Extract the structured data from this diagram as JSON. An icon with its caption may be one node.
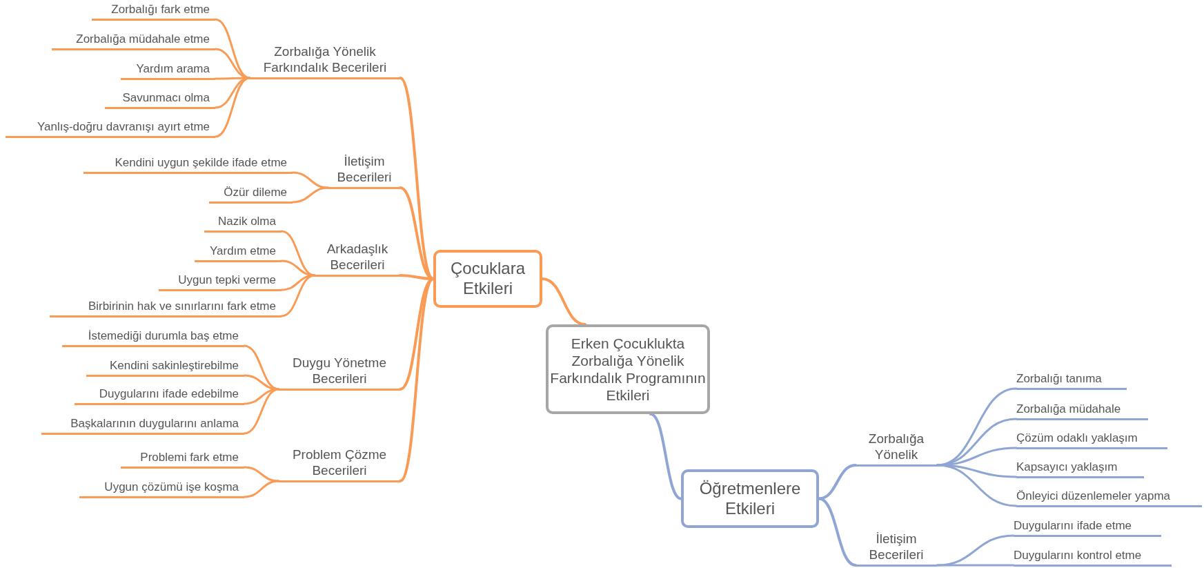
{
  "diagram": {
    "nodes": [
      {
        "text": [
          "Erken Çocuklukta Zorbalığa Yönelik Farkındalık Programının Etkileri"
        ]
      },
      {
        "text": [
          "Çocuklara Etkileri"
        ]
      },
      {
        "text": [
          "Zorbalığa Yönelik Farkındalık Becerileri"
        ]
      },
      {
        "text": [
          "Zorbalığı fark etme"
        ]
      },
      {
        "text": [
          "Zorbalığa müdahale etme"
        ]
      },
      {
        "text": [
          "Yardım arama"
        ]
      },
      {
        "text": [
          "Savunmacı olma"
        ]
      },
      {
        "text": [
          "Yanlış-doğru davranışı ayırt etme"
        ]
      },
      {
        "text": [
          "İletişim Becerileri"
        ]
      },
      {
        "text": [
          "Kendini uygun şekilde ifade etme"
        ]
      },
      {
        "text": [
          "Özür dileme"
        ]
      },
      {
        "text": [
          "Arkadaşlık Becerileri"
        ]
      },
      {
        "text": [
          "Nazik olma"
        ]
      },
      {
        "text": [
          "Yardım etme"
        ]
      },
      {
        "text": [
          "Uygun tepki verme"
        ]
      },
      {
        "text": [
          "Birbirinin hak ve sınırlarını fark etme"
        ]
      },
      {
        "text": [
          "Duygu Yönetme Becerileri"
        ]
      },
      {
        "text": [
          "İstemediği durumla baş etme"
        ]
      },
      {
        "text": [
          "Kendini sakinleştirebilme"
        ]
      },
      {
        "text": [
          "Duygularını ifade edebilme"
        ]
      },
      {
        "text": [
          "Başkalarının duygularını anlama"
        ]
      },
      {
        "text": [
          "Problem Çözme Becerileri"
        ]
      },
      {
        "text": [
          "Problemi fark etme"
        ]
      },
      {
        "text": [
          "Uygun çözümü işe koşma"
        ]
      },
      {
        "text": [
          "Öğretmenlere Etkileri"
        ]
      },
      {
        "text": [
          "Zorbalığa Yönelik"
        ]
      },
      {
        "text": [
          "Zorbalığı tanıma"
        ]
      },
      {
        "text": [
          "Zorbalığa müdahale"
        ]
      },
      {
        "text": [
          "Çözüm odaklı yaklaşım"
        ]
      },
      {
        "text": [
          "Kapsayıcı yaklaşım"
        ]
      },
      {
        "text": [
          "Önleyici düzenlemeler yapma"
        ]
      },
      {
        "text": [
          "İletişim Becerileri"
        ]
      },
      {
        "text": [
          "Duygularını ifade etme"
        ]
      },
      {
        "text": [
          "Duygularını kontrol etme"
        ]
      }
    ],
    "edges": [
      {
        "from": 0,
        "to": 1,
        "arrow": "none"
      },
      {
        "from": 1,
        "to": 2,
        "arrow": "none"
      },
      {
        "from": 2,
        "to": 3,
        "arrow": "none"
      },
      {
        "from": 2,
        "to": 4,
        "arrow": "none"
      },
      {
        "from": 2,
        "to": 5,
        "arrow": "none"
      },
      {
        "from": 2,
        "to": 6,
        "arrow": "none"
      },
      {
        "from": 2,
        "to": 7,
        "arrow": "none"
      },
      {
        "from": 1,
        "to": 8,
        "arrow": "none"
      },
      {
        "from": 8,
        "to": 9,
        "arrow": "none"
      },
      {
        "from": 8,
        "to": 10,
        "arrow": "none"
      },
      {
        "from": 1,
        "to": 11,
        "arrow": "none"
      },
      {
        "from": 11,
        "to": 12,
        "arrow": "none"
      },
      {
        "from": 11,
        "to": 13,
        "arrow": "none"
      },
      {
        "from": 11,
        "to": 14,
        "arrow": "none"
      },
      {
        "from": 11,
        "to": 15,
        "arrow": "none"
      },
      {
        "from": 1,
        "to": 16,
        "arrow": "none"
      },
      {
        "from": 16,
        "to": 17,
        "arrow": "none"
      },
      {
        "from": 16,
        "to": 18,
        "arrow": "none"
      },
      {
        "from": 16,
        "to": 19,
        "arrow": "none"
      },
      {
        "from": 16,
        "to": 20,
        "arrow": "none"
      },
      {
        "from": 1,
        "to": 21,
        "arrow": "none"
      },
      {
        "from": 21,
        "to": 22,
        "arrow": "none"
      },
      {
        "from": 21,
        "to": 23,
        "arrow": "none"
      },
      {
        "from": 0,
        "to": 24,
        "arrow": "none",
        "color": "#8fa5d3"
      },
      {
        "from": 24,
        "to": 25,
        "arrow": "none",
        "color": "#8fa5d3"
      },
      {
        "from": 25,
        "to": 26,
        "arrow": "none",
        "color": "#8fa5d3"
      },
      {
        "from": 25,
        "to": 27,
        "arrow": "none",
        "color": "#8fa5d3"
      },
      {
        "from": 25,
        "to": 28,
        "arrow": "none",
        "color": "#8fa5d3"
      },
      {
        "from": 25,
        "to": 29,
        "arrow": "none",
        "color": "#8fa5d3"
      },
      {
        "from": 25,
        "to": 30,
        "arrow": "none",
        "color": "#8fa5d3"
      },
      {
        "from": 24,
        "to": 31,
        "arrow": "none",
        "color": "#8fa5d3"
      },
      {
        "from": 31,
        "to": 32,
        "arrow": "none",
        "color": "#8fa5d3"
      },
      {
        "from": 31,
        "to": 33,
        "arrow": "none",
        "color": "#8fa5d3"
      }
    ]
  }
}
